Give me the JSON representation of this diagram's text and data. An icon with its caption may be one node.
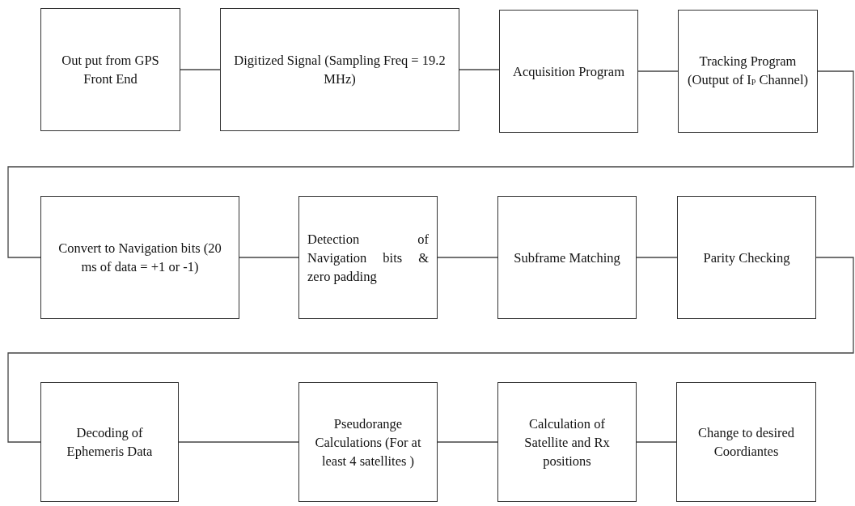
{
  "diagram": {
    "nodes": [
      {
        "text": [
          "Out put from GPS Front End"
        ]
      },
      {
        "text": [
          "Digitized Signal (Sampling Freq = 19.2 MHz)"
        ]
      },
      {
        "text": [
          "Acquisition Program"
        ]
      },
      {
        "text": [
          "Tracking Program (Output of I$_{P}$ Channel)"
        ]
      },
      {
        "text": [
          "Convert to Navigation bits (20 ms of data = +1 or -1)"
        ]
      },
      {
        "text": [
          "Detection of Navigation bits & zero padding"
        ]
      },
      {
        "text": [
          "Subframe Matching"
        ]
      },
      {
        "text": [
          "Parity Checking"
        ]
      },
      {
        "text": [
          "Decoding of Ephemeris Data"
        ]
      },
      {
        "text": [
          "Pseudorange Calculations (For at least 4 satellites )"
        ]
      },
      {
        "text": [
          "Calculation of Satellite and Rx positions"
        ]
      },
      {
        "text": [
          "Change to desired Coordiantes"
        ]
      }
    ],
    "edges": [
      {
        "from": 0,
        "to": 1,
        "arrow": "none"
      },
      {
        "from": 1,
        "to": 2,
        "arrow": "none"
      },
      {
        "from": 2,
        "to": 3,
        "arrow": "none"
      },
      {
        "from": 3,
        "to": 4,
        "arrow": "none"
      },
      {
        "from": 4,
        "to": 5,
        "arrow": "none"
      },
      {
        "from": 5,
        "to": 6,
        "arrow": "none"
      },
      {
        "from": 6,
        "to": 7,
        "arrow": "none"
      },
      {
        "from": 7,
        "to": 8,
        "arrow": "none"
      },
      {
        "from": 8,
        "to": 9,
        "arrow": "none"
      },
      {
        "from": 9,
        "to": 10,
        "arrow": "none"
      },
      {
        "from": 10,
        "to": 11,
        "arrow": "none"
      }
    ]
  }
}
